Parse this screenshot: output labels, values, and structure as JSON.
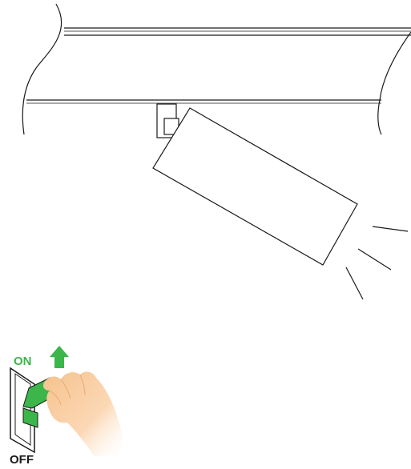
{
  "switch": {
    "on_label": "ON",
    "off_label": "OFF",
    "state": "on",
    "accent_color": "#3cb54a",
    "hand_color": "#f8c99a"
  },
  "icons": {
    "arrow": "up-arrow-icon",
    "hand": "hand-icon",
    "switch": "rocker-switch-icon",
    "light": "track-light-icon",
    "rays": "light-rays-icon"
  }
}
